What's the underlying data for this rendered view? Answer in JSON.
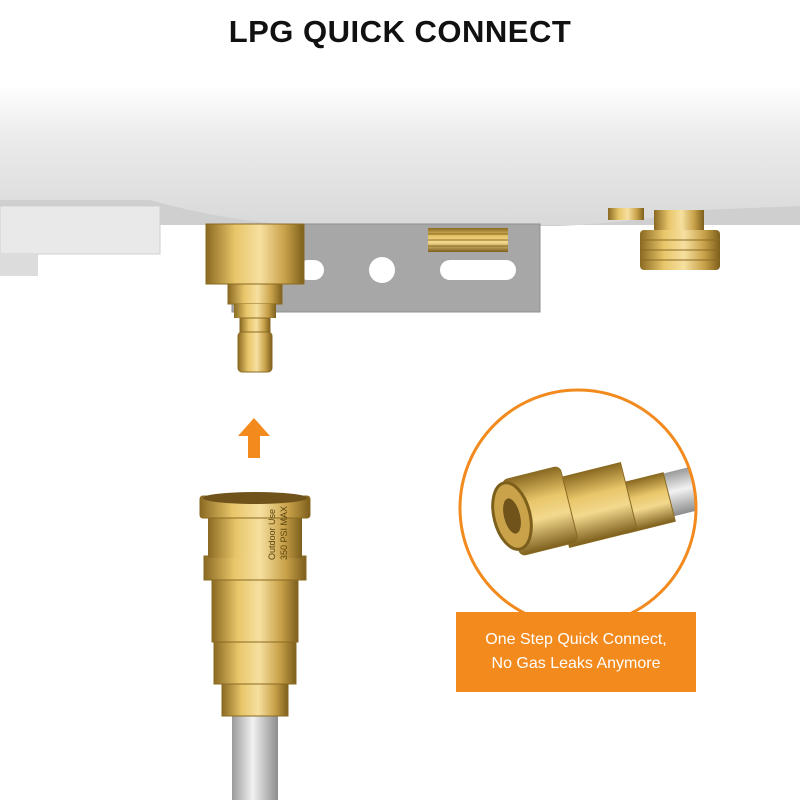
{
  "header": {
    "title": "LPG QUICK CONNECT"
  },
  "callout": {
    "line1": "One Step Quick Connect,",
    "line2": "No Gas Leaks Anymore"
  },
  "fitting_marking": {
    "line1": "350 PSI MAX",
    "line2": "Outdoor Use"
  },
  "colors": {
    "accent_orange": "#f28a1e",
    "brass": "#c9a24a",
    "panel_gray": "#e4e4e4",
    "bracket_gray": "#a7a7a7"
  }
}
